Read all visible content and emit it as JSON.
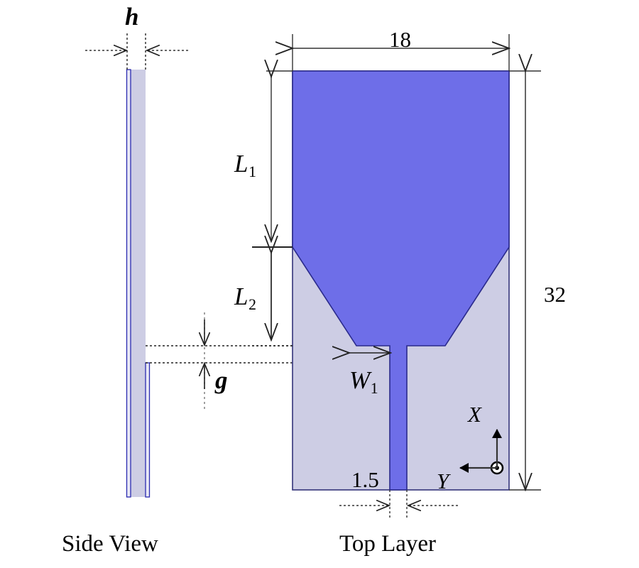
{
  "figure": {
    "type": "antenna-geometry-diagram",
    "description": "Tapered monopole patch antenna: side view and top layer with dimension annotations",
    "colors": {
      "patch_fill": "#6e6ee8",
      "substrate_fill": "#cdcde4",
      "outline": "#2a2a8c",
      "dimension_line": "#555555",
      "text": "#000000",
      "background": "#ffffff"
    }
  },
  "captions": {
    "side_view": "Side View",
    "top_layer": "Top Layer"
  },
  "dimensions": {
    "h": "h",
    "g": "g",
    "width_top": "18",
    "height_total": "32",
    "feed_width": "1.5",
    "L1": "L",
    "L1_sub": "1",
    "L2": "L",
    "L2_sub": "2",
    "W1": "W",
    "W1_sub": "1"
  },
  "axes": {
    "x_label": "X",
    "y_label": "Y",
    "z_symbol": "out-of-page-dot"
  }
}
